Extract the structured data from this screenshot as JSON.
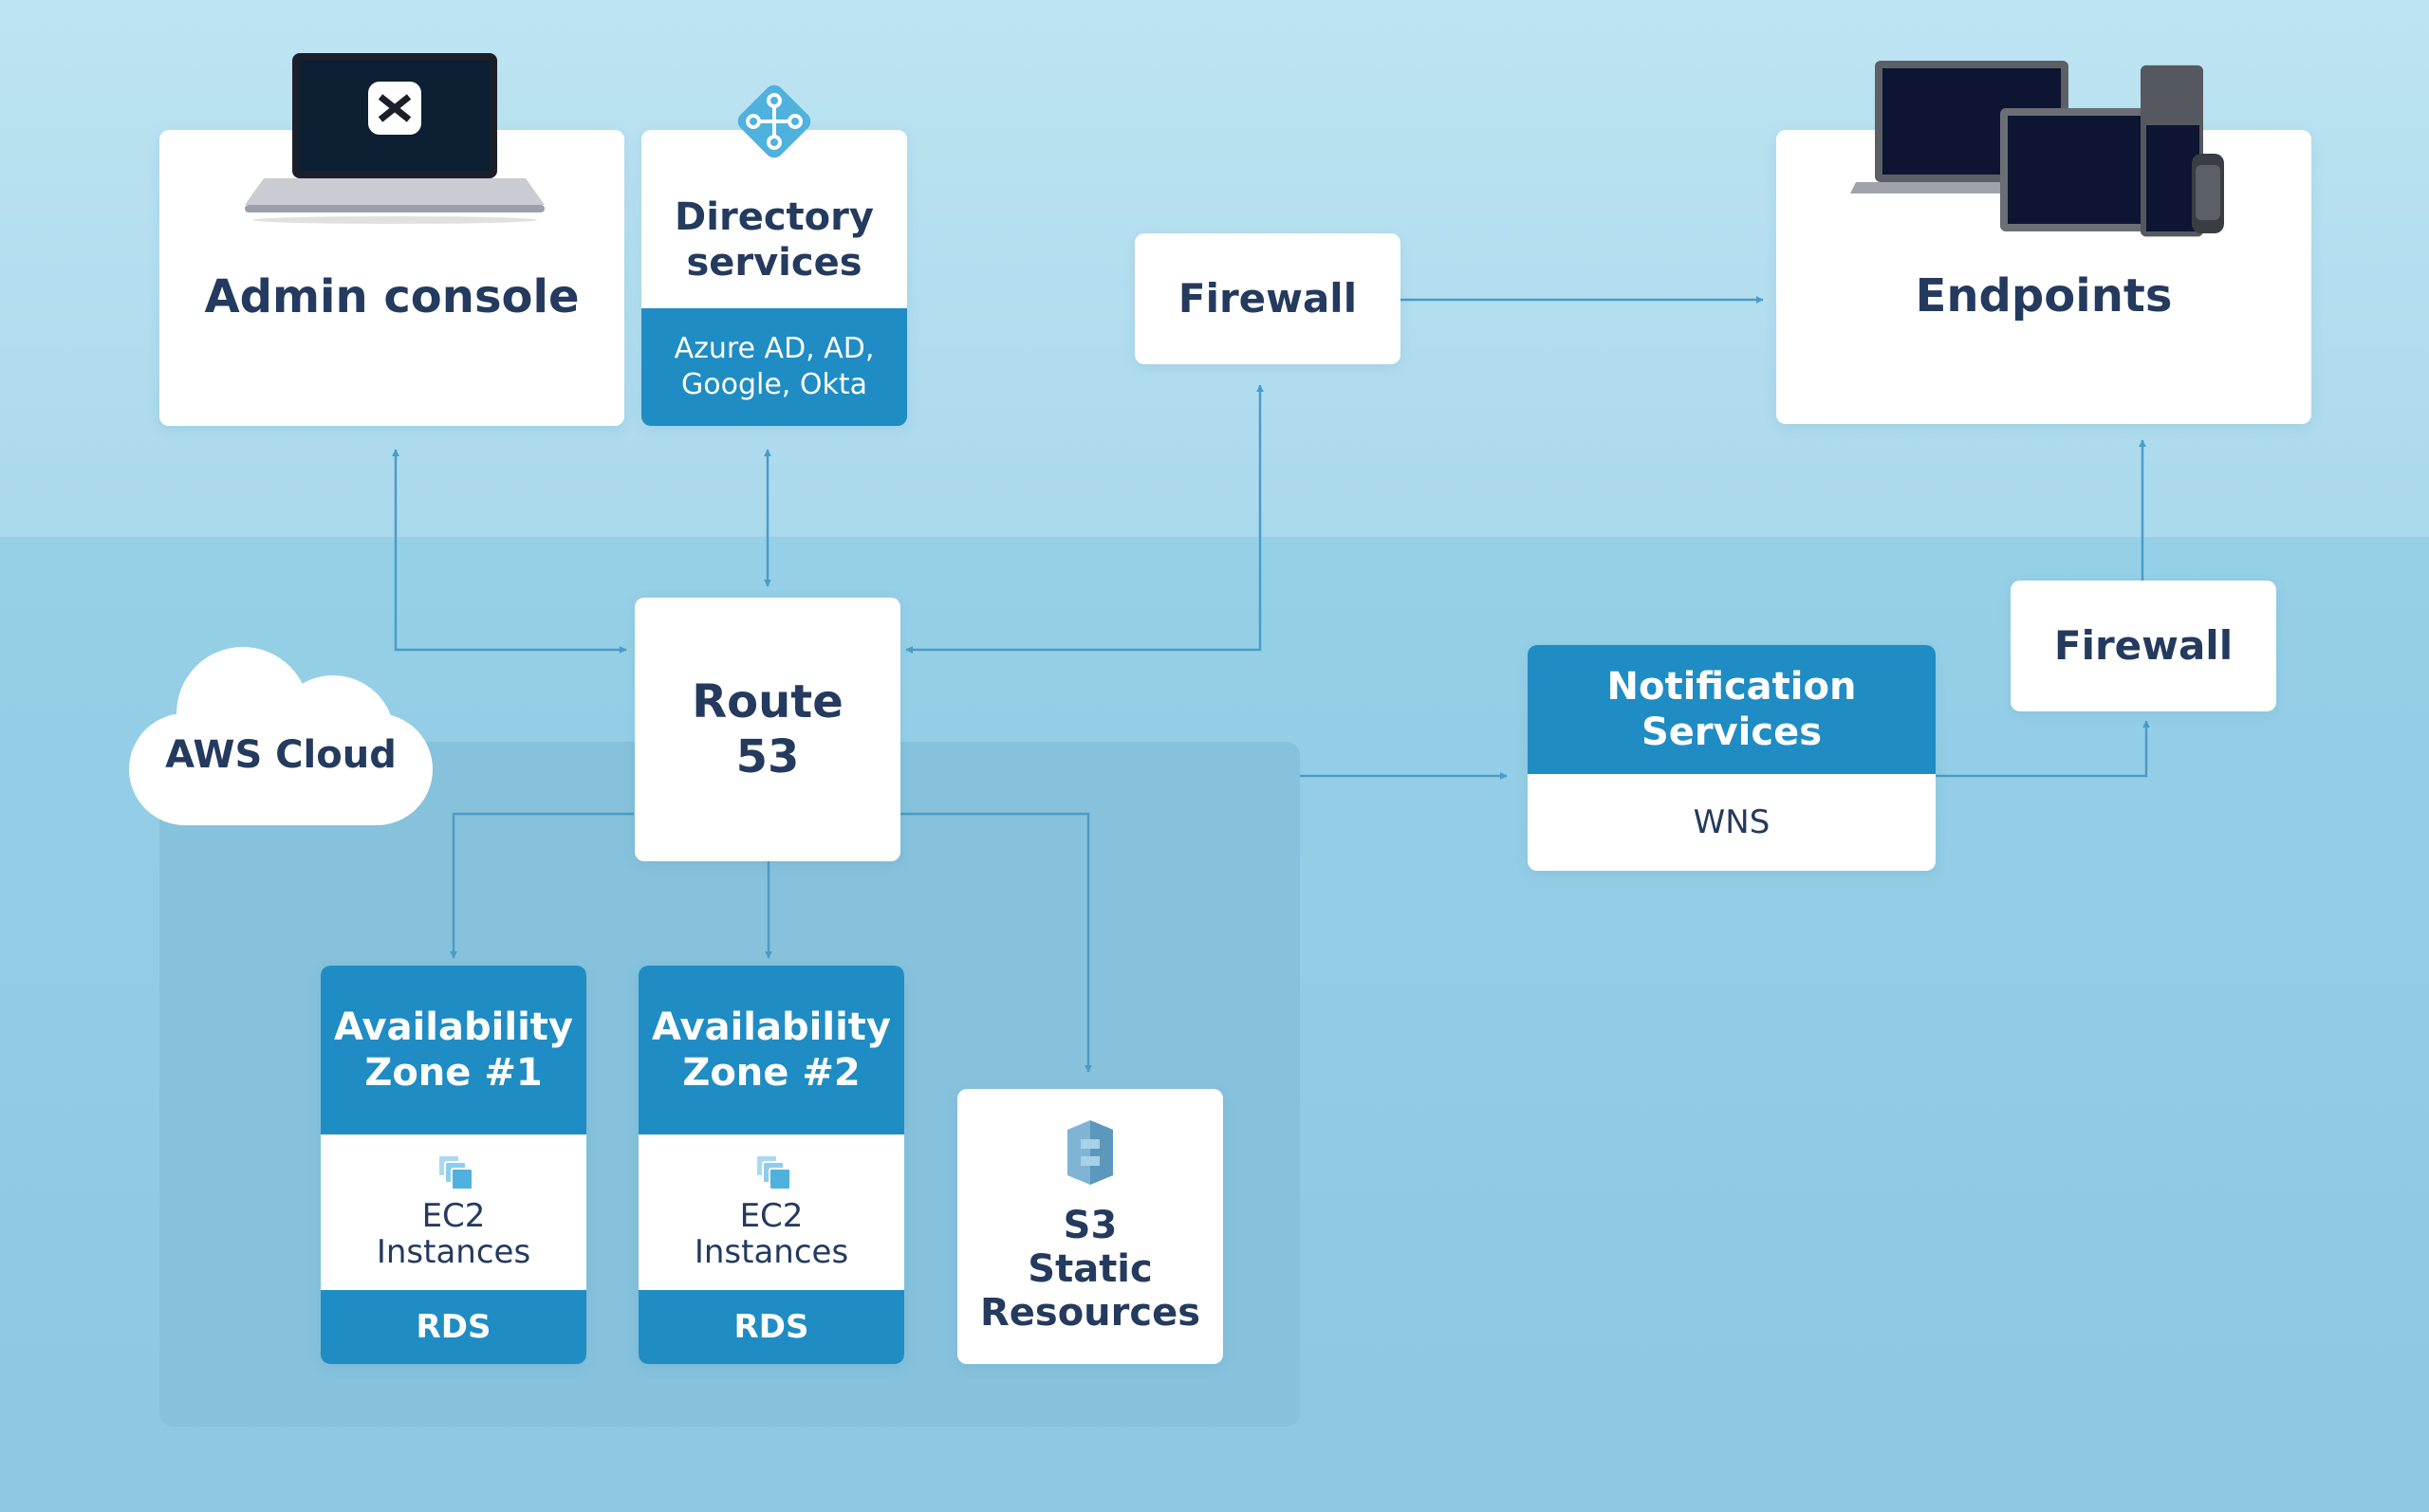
{
  "admin_console": {
    "title": "Admin console"
  },
  "directory_services": {
    "title_line1": "Directory",
    "title_line2": "services",
    "providers_line1": "Azure AD, AD,",
    "providers_line2": "Google, Okta"
  },
  "firewall_top": {
    "label": "Firewall"
  },
  "endpoints": {
    "title": "Endpoints"
  },
  "aws_cloud": {
    "label": "AWS Cloud"
  },
  "route53": {
    "line1": "Route",
    "line2": "53"
  },
  "notification": {
    "title_line1": "Notification",
    "title_line2": "Services",
    "sub": "WNS"
  },
  "firewall_right": {
    "label": "Firewall"
  },
  "az1": {
    "title_line1": "Availability",
    "title_line2": "Zone #1",
    "ec2_line1": "EC2",
    "ec2_line2": "Instances",
    "rds": "RDS"
  },
  "az2": {
    "title_line1": "Availability",
    "title_line2": "Zone #2",
    "ec2_line1": "EC2",
    "ec2_line2": "Instances",
    "rds": "RDS"
  },
  "s3": {
    "line1": "S3",
    "line2": "Static",
    "line3": "Resources"
  },
  "colors": {
    "accent_blue": "#1f8cc4",
    "text_navy": "#243a5e",
    "line_blue": "#4a9cc8",
    "bg_top": "#bde4f2",
    "bg_bottom": "#8fcbe4"
  },
  "icons": [
    "laptop-logo-icon",
    "directory-diamond-icon",
    "devices-icon",
    "ec2-stack-icon",
    "s3-bucket-icon"
  ]
}
